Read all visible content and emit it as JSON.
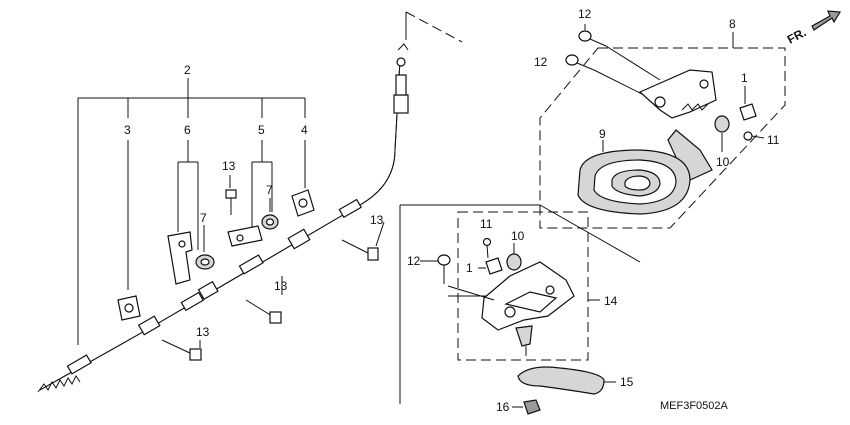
{
  "figure_code": "MEF3F0502A",
  "direction_label": "FR.",
  "callouts": {
    "c2": "2",
    "c3": "3",
    "c6": "6",
    "c5": "5",
    "c4": "4",
    "c13a": "13",
    "c7a": "7",
    "c7b": "7",
    "c13b": "13",
    "c13c": "13",
    "c13d": "13",
    "c12a": "12",
    "c12b": "12",
    "c8": "8",
    "c1a": "1",
    "c11a": "11",
    "c10a": "10",
    "c9": "9",
    "c11b": "11",
    "c10b": "10",
    "c12c": "12",
    "c1b": "1",
    "c14": "14",
    "c15": "15",
    "c16": "16"
  }
}
